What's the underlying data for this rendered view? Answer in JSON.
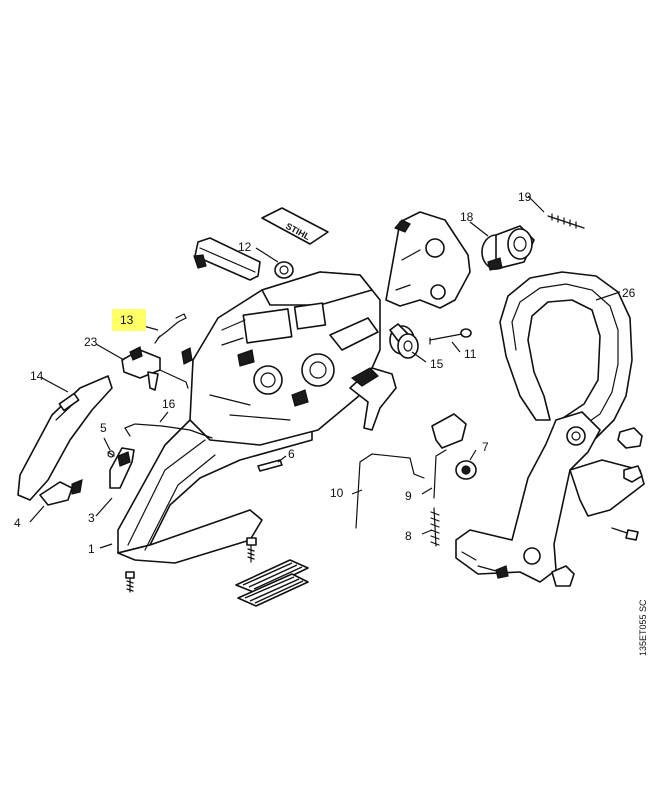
{
  "callouts": [
    {
      "id": "c1",
      "label": "1"
    },
    {
      "id": "c3",
      "label": "3"
    },
    {
      "id": "c4",
      "label": "4"
    },
    {
      "id": "c5",
      "label": "5"
    },
    {
      "id": "c6",
      "label": "6"
    },
    {
      "id": "c7",
      "label": "7"
    },
    {
      "id": "c8",
      "label": "8"
    },
    {
      "id": "c9",
      "label": "9"
    },
    {
      "id": "c10",
      "label": "10"
    },
    {
      "id": "c11",
      "label": "11"
    },
    {
      "id": "c12",
      "label": "12"
    },
    {
      "id": "c13",
      "label": "13",
      "highlighted": true
    },
    {
      "id": "c14",
      "label": "14"
    },
    {
      "id": "c15",
      "label": "15"
    },
    {
      "id": "c16",
      "label": "16"
    },
    {
      "id": "c18",
      "label": "18"
    },
    {
      "id": "c19",
      "label": "19"
    },
    {
      "id": "c23",
      "label": "23"
    },
    {
      "id": "c26",
      "label": "26"
    }
  ],
  "drawing_code": "135ET055 SC",
  "logo_text": "STIHL",
  "colors": {
    "highlight": "#ffff66",
    "line": "#111111",
    "background": "#ffffff"
  }
}
